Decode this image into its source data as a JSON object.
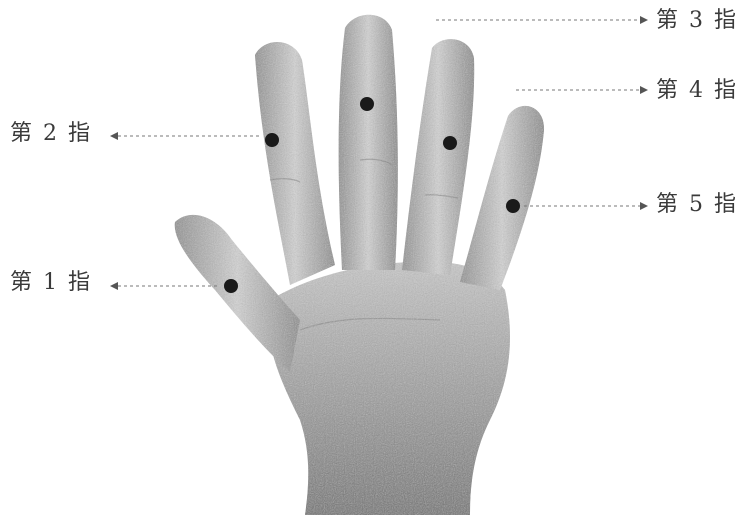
{
  "labels": {
    "finger_1": "第 1 指",
    "finger_2": "第 2 指",
    "finger_3": "第 3 指",
    "finger_4": "第 4 指",
    "finger_5": "第 5 指"
  },
  "colors": {
    "skin_shade": "#8a8a8a",
    "skin_light": "#d8d8d8",
    "dot": "#1a1a1a",
    "leader_line": "#777777",
    "text": "#3a3a3a"
  }
}
